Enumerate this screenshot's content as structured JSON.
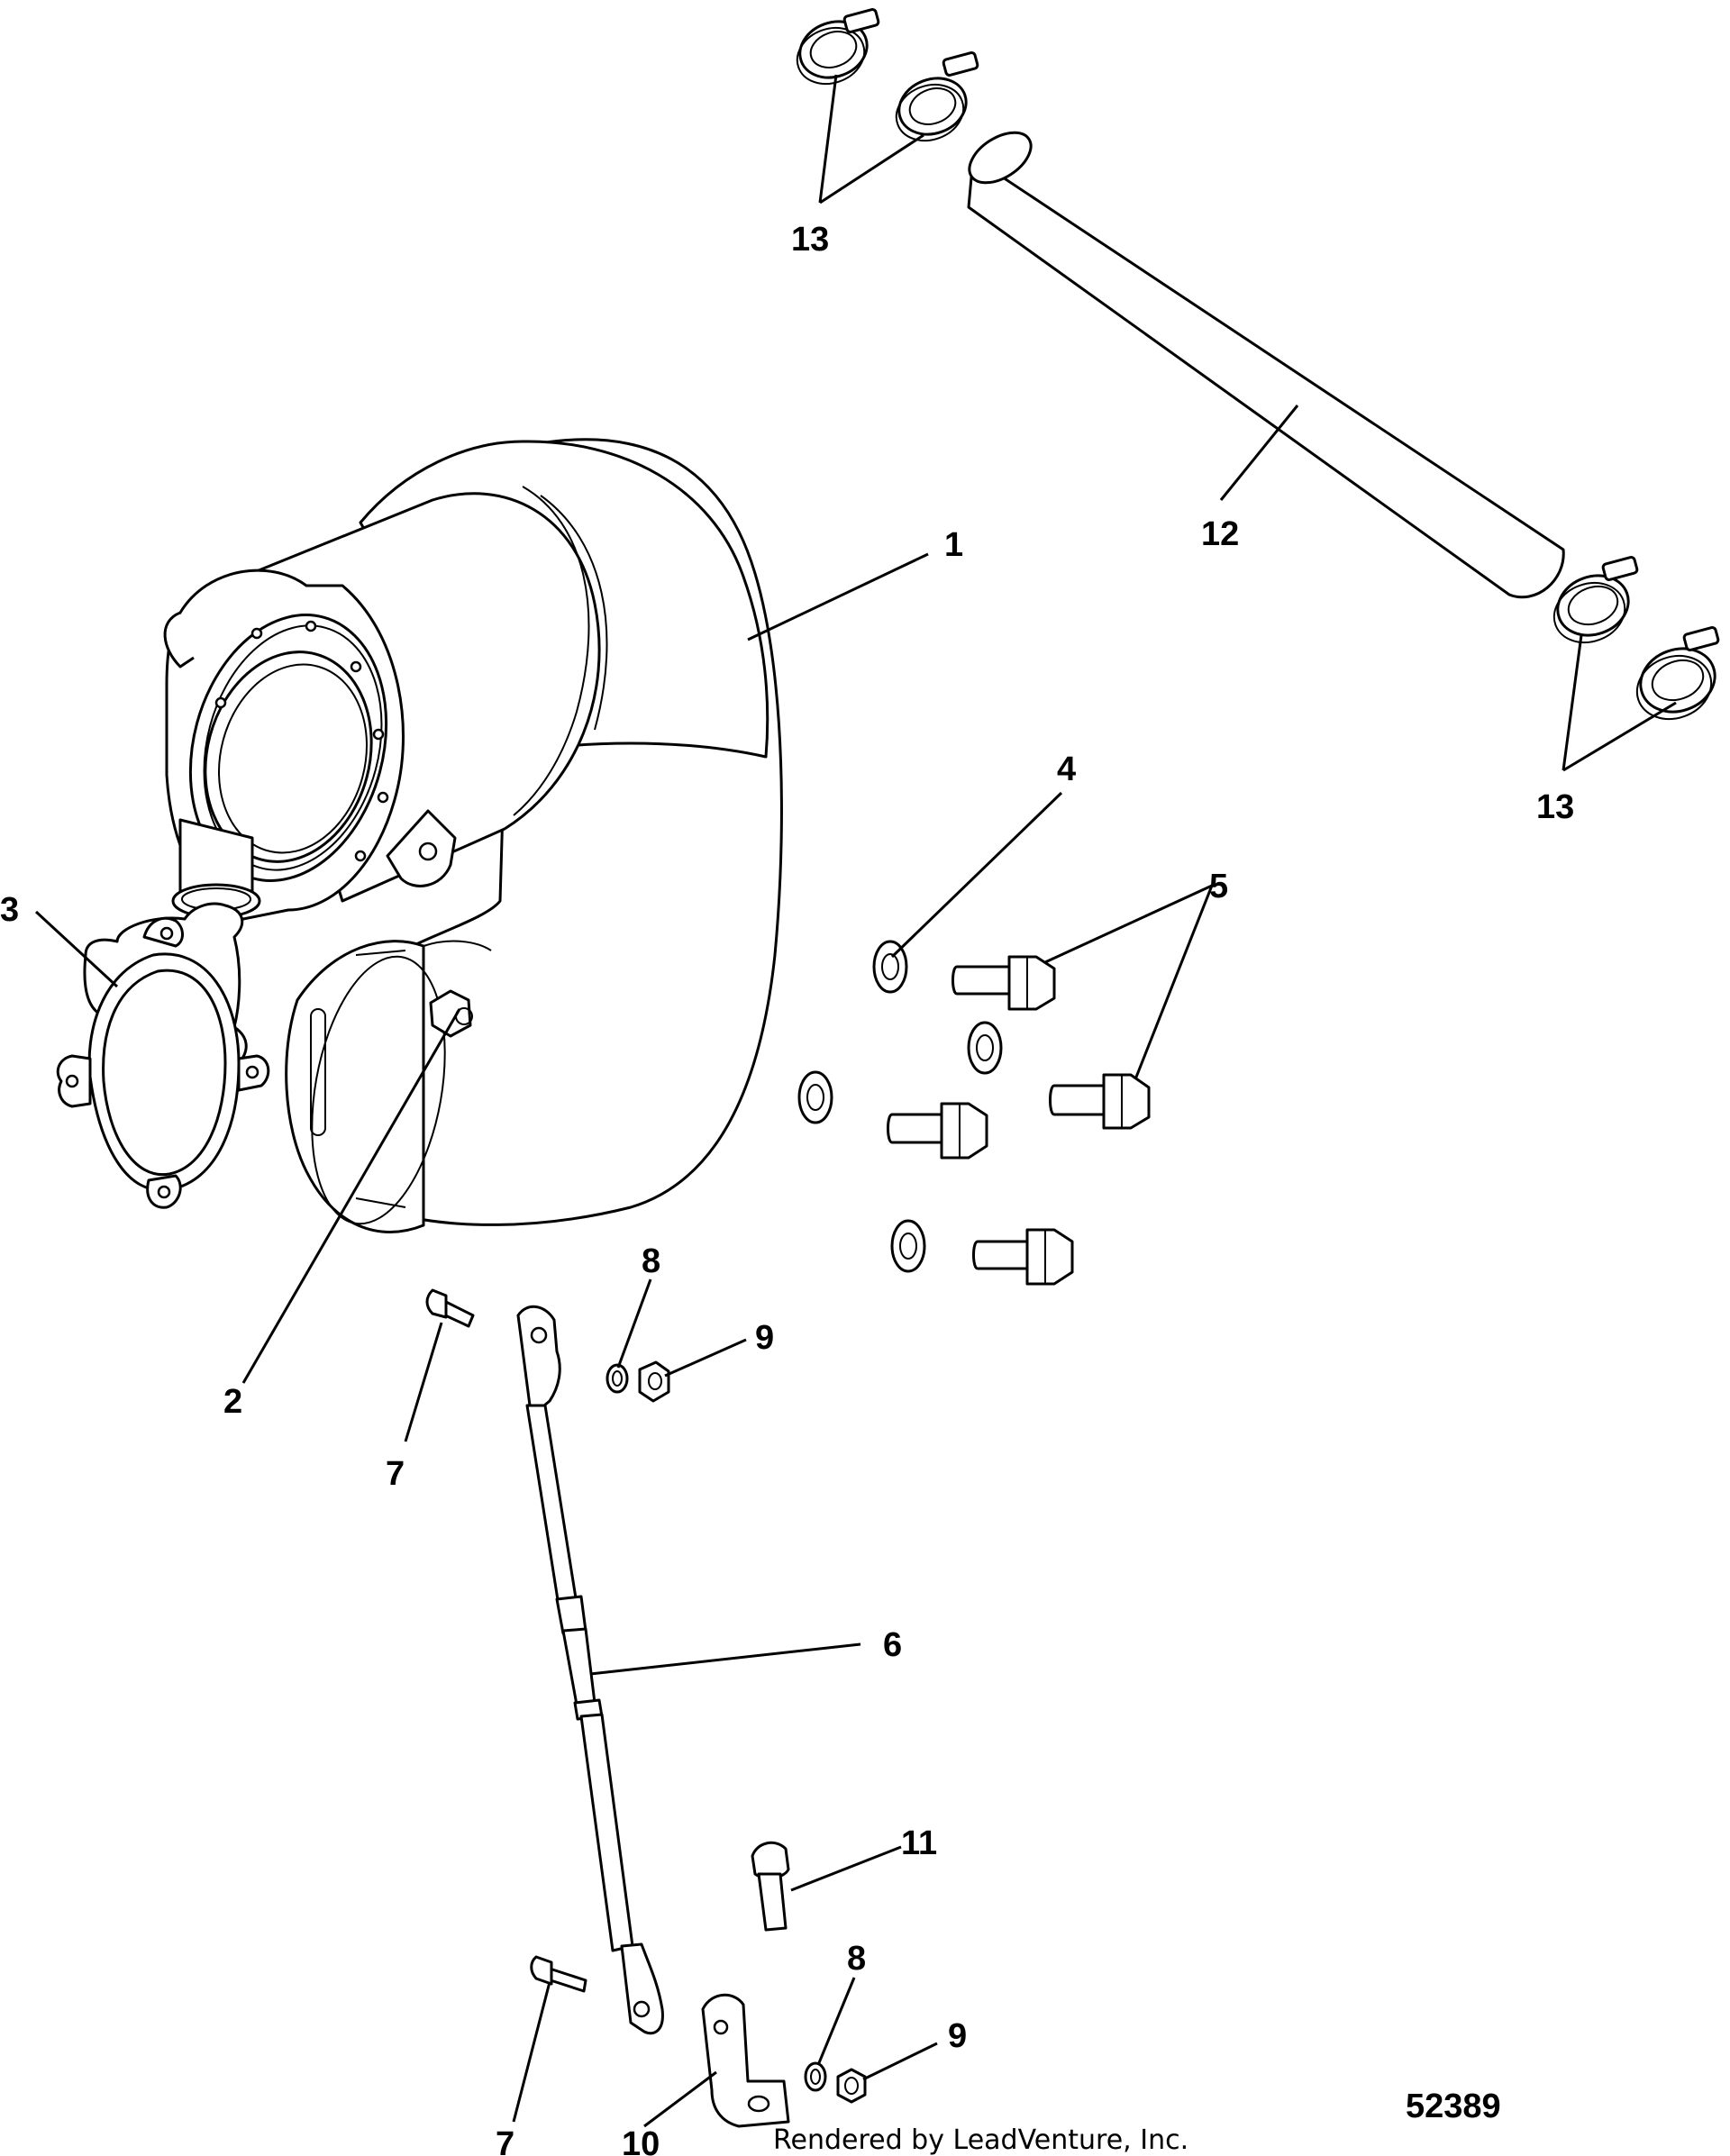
{
  "diagram": {
    "callouts": {
      "c1": "1",
      "c2": "2",
      "c3": "3",
      "c4": "4",
      "c5": "5",
      "c6": "6",
      "c7a": "7",
      "c7b": "7",
      "c8a": "8",
      "c8b": "8",
      "c9a": "9",
      "c9b": "9",
      "c10": "10",
      "c11": "11",
      "c12": "12",
      "c13a": "13",
      "c13b": "13"
    },
    "figure_number": "52389",
    "credit": "Rendered by LeadVenture, Inc."
  }
}
